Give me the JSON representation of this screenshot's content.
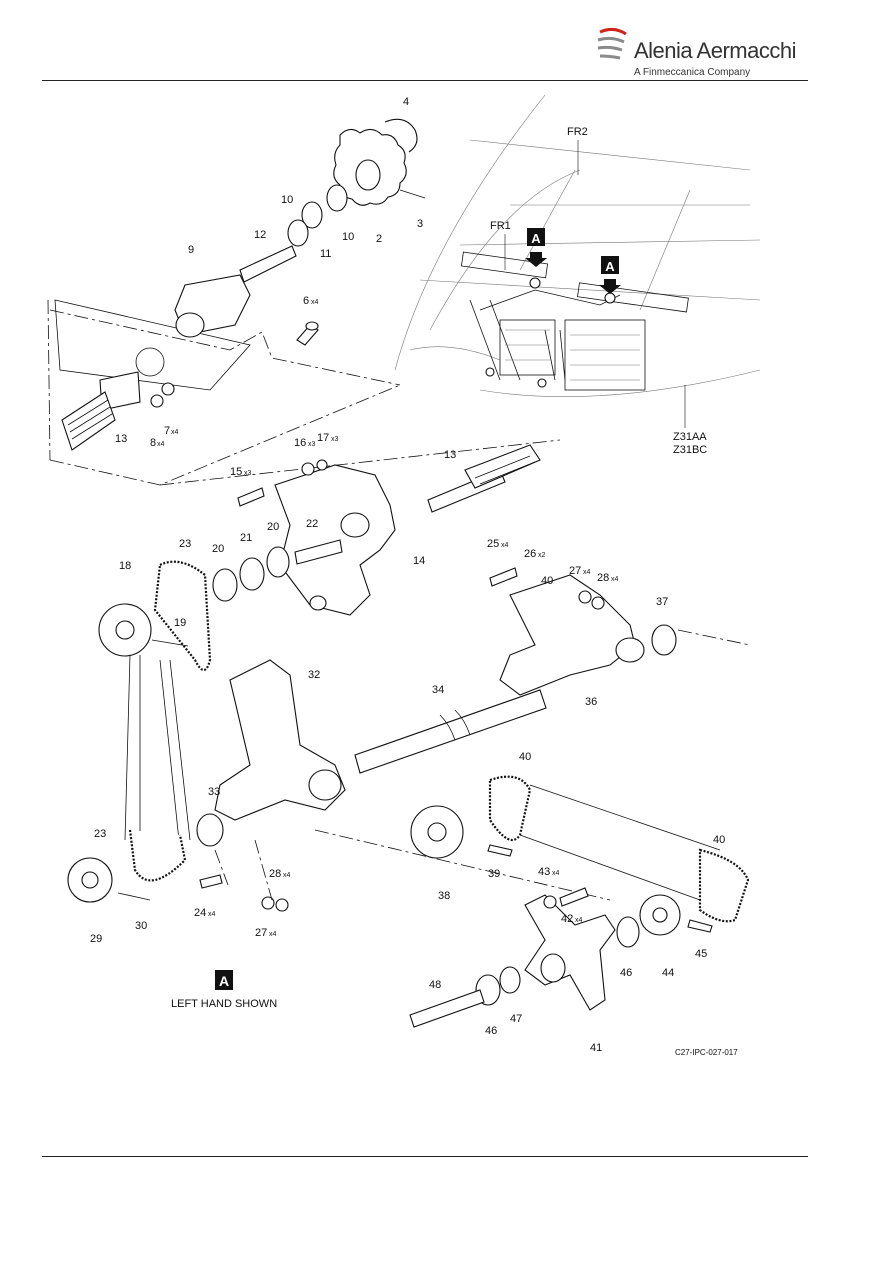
{
  "header": {
    "brand_name": "Alenia Aermacchi",
    "brand_tagline": "A Finmeccanica Company"
  },
  "figure": {
    "drawing_code": "C27-IPC-027-017",
    "view_flag": "A",
    "view_caption": "LEFT HAND SHOWN",
    "zone_labels": [
      "FR2",
      "FR1",
      "Z31AA",
      "Z31BC"
    ],
    "callouts": [
      {
        "id": "4"
      },
      {
        "id": "10"
      },
      {
        "id": "3"
      },
      {
        "id": "12"
      },
      {
        "id": "10b",
        "text": "10"
      },
      {
        "id": "11"
      },
      {
        "id": "2"
      },
      {
        "id": "9"
      },
      {
        "id": "6",
        "qty": "x4"
      },
      {
        "id": "13"
      },
      {
        "id": "8",
        "qty": "x4"
      },
      {
        "id": "7",
        "qty": "x4"
      },
      {
        "id": "16",
        "qty": "x3"
      },
      {
        "id": "17",
        "qty": "x3"
      },
      {
        "id": "15",
        "qty": "x3"
      },
      {
        "id": "13b",
        "text": "13"
      },
      {
        "id": "22"
      },
      {
        "id": "23"
      },
      {
        "id": "20"
      },
      {
        "id": "21"
      },
      {
        "id": "20b",
        "text": "20"
      },
      {
        "id": "14"
      },
      {
        "id": "25",
        "qty": "x4"
      },
      {
        "id": "26",
        "qty": "x2"
      },
      {
        "id": "40"
      },
      {
        "id": "27",
        "qty": "x4"
      },
      {
        "id": "28",
        "qty": "x4"
      },
      {
        "id": "18"
      },
      {
        "id": "19"
      },
      {
        "id": "37"
      },
      {
        "id": "32"
      },
      {
        "id": "34"
      },
      {
        "id": "36"
      },
      {
        "id": "40b",
        "text": "40"
      },
      {
        "id": "33"
      },
      {
        "id": "23b",
        "text": "23"
      },
      {
        "id": "40c",
        "text": "40"
      },
      {
        "id": "28b",
        "text": "28",
        "qty": "x4"
      },
      {
        "id": "43",
        "qty": "x4"
      },
      {
        "id": "38"
      },
      {
        "id": "39"
      },
      {
        "id": "29"
      },
      {
        "id": "30"
      },
      {
        "id": "24",
        "qty": "x4"
      },
      {
        "id": "27b",
        "text": "27",
        "qty": "x4"
      },
      {
        "id": "42",
        "qty": "x4"
      },
      {
        "id": "46"
      },
      {
        "id": "44"
      },
      {
        "id": "45"
      },
      {
        "id": "48"
      },
      {
        "id": "46b",
        "text": "46"
      },
      {
        "id": "47"
      },
      {
        "id": "41"
      }
    ]
  },
  "colors": {
    "ink": "#111111",
    "logo_red": "#d0251c",
    "logo_grey": "#8a8a8a"
  }
}
